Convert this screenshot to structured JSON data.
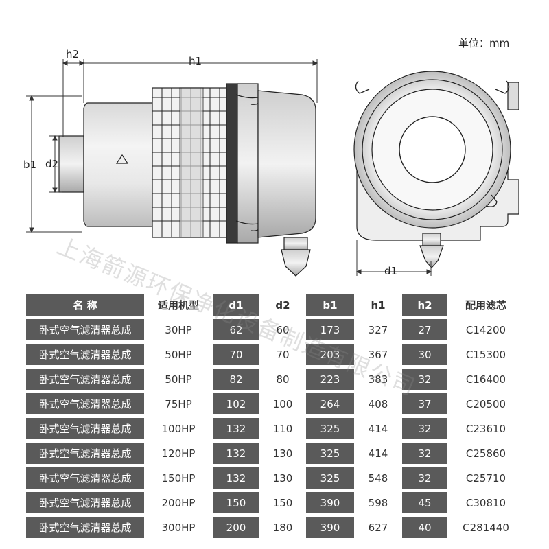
{
  "unit_label": "单位：mm",
  "dimension_labels": {
    "h1": "h1",
    "h2": "h2",
    "b1": "b1",
    "d2": "d2",
    "d1": "d1"
  },
  "watermark": "上海箭源环保净化设备制造有限公司",
  "table": {
    "headers": [
      "名 称",
      "适用机型",
      "d1",
      "d2",
      "b1",
      "h1",
      "h2",
      "配用滤芯"
    ],
    "rows": [
      [
        "卧式空气滤清器总成",
        "30HP",
        "62",
        "60",
        "173",
        "327",
        "27",
        "C14200"
      ],
      [
        "卧式空气滤清器总成",
        "50HP",
        "70",
        "70",
        "203",
        "367",
        "30",
        "C15300"
      ],
      [
        "卧式空气滤清器总成",
        "50HP",
        "82",
        "80",
        "223",
        "383",
        "32",
        "C16400"
      ],
      [
        "卧式空气滤清器总成",
        "75HP",
        "102",
        "100",
        "264",
        "408",
        "37",
        "C20500"
      ],
      [
        "卧式空气滤清器总成",
        "100HP",
        "132",
        "110",
        "325",
        "414",
        "32",
        "C23610"
      ],
      [
        "卧式空气滤清器总成",
        "120HP",
        "132",
        "130",
        "325",
        "414",
        "32",
        "C25860"
      ],
      [
        "卧式空气滤清器总成",
        "150HP",
        "132",
        "130",
        "325",
        "548",
        "32",
        "C25710"
      ],
      [
        "卧式空气滤清器总成",
        "200HP",
        "150",
        "150",
        "390",
        "598",
        "45",
        "C30810"
      ],
      [
        "卧式空气滤清器总成",
        "300HP",
        "200",
        "180",
        "390",
        "627",
        "40",
        "C281440"
      ]
    ]
  }
}
